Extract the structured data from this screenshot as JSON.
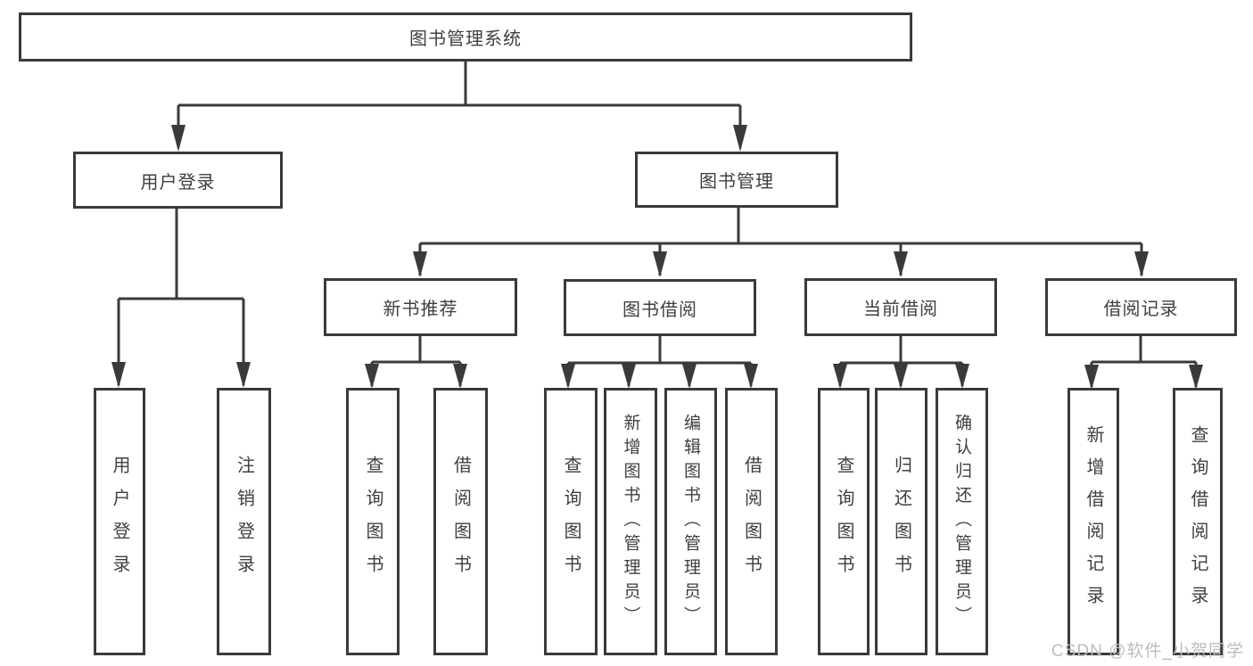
{
  "diagram": {
    "root": {
      "label": "图书管理系统"
    },
    "branches": [
      {
        "label": "用户登录",
        "children": [
          {
            "label": "用户登录"
          },
          {
            "label": "注销登录"
          }
        ]
      },
      {
        "label": "图书管理",
        "children": [
          {
            "label": "新书推荐",
            "children": [
              {
                "label": "查询图书"
              },
              {
                "label": "借阅图书"
              }
            ]
          },
          {
            "label": "图书借阅",
            "children": [
              {
                "label": "查询图书"
              },
              {
                "label": "新增图书（管理员）"
              },
              {
                "label": "编辑图书（管理员）"
              },
              {
                "label": "借阅图书"
              }
            ]
          },
          {
            "label": "当前借阅",
            "children": [
              {
                "label": "查询图书"
              },
              {
                "label": "归还图书"
              },
              {
                "label": "确认归还（管理员）"
              }
            ]
          },
          {
            "label": "借阅记录",
            "children": [
              {
                "label": "新增借阅记录"
              },
              {
                "label": "查询借阅记录"
              }
            ]
          }
        ]
      }
    ]
  },
  "watermark": "CSDN @软件_小贺同学",
  "colors": {
    "line": "#3a3a3a",
    "box_border": "#3a3a3a",
    "text": "#3f3f3f",
    "watermark": "#bcbcbc",
    "background": "#ffffff"
  }
}
